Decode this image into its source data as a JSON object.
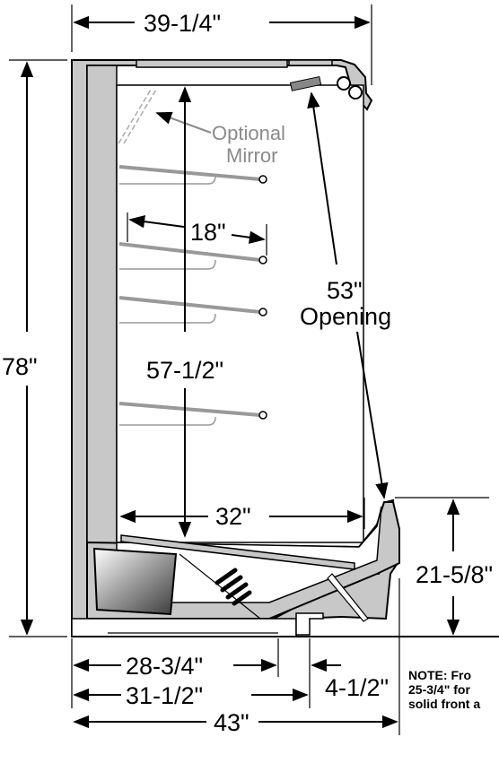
{
  "dimensions": {
    "top_width": "39-1/4\"",
    "height_total": "78\"",
    "shelf_depth": "18\"",
    "opening_label_line1": "53\"",
    "opening_label_line2": "Opening",
    "interior_height": "57-1/2\"",
    "deck_depth": "32\"",
    "front_height": "21-5/8\"",
    "base_depth_1": "28-3/4\"",
    "base_depth_2": "31-1/2\"",
    "front_offset": "4-1/2\"",
    "overall_depth": "43\""
  },
  "callouts": {
    "mirror_line1": "Optional",
    "mirror_line2": "Mirror"
  },
  "note": {
    "line1": "NOTE:  Fro",
    "line2": "25-3/4\" for",
    "line3": "solid front a"
  },
  "colors": {
    "cabinet_fill": "#c8c8c8",
    "outline": "#000000",
    "callout_gray": "#8a8a8a"
  }
}
